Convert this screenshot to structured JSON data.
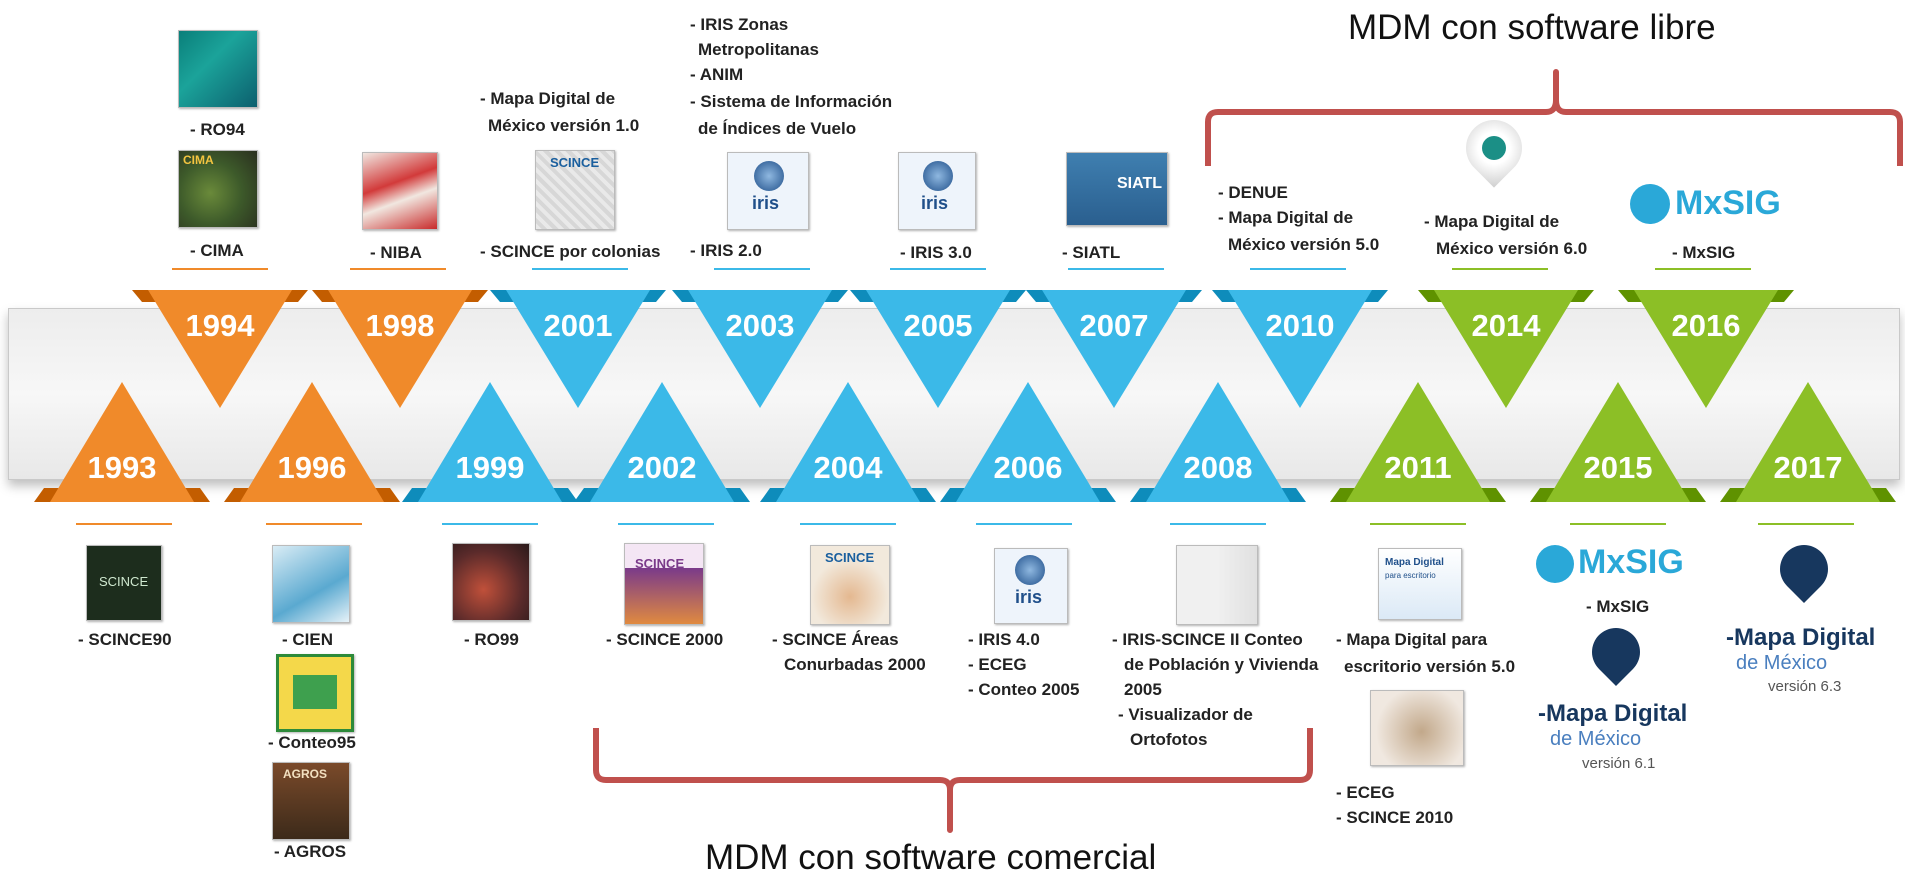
{
  "headings": {
    "libre": "MDM con software libre",
    "comercial": "MDM con software comercial"
  },
  "colors": {
    "orange": "#f08a2a",
    "blue": "#3bb9e8",
    "green": "#8cbf26",
    "bracket": "#c0504d",
    "pin": "#17375e"
  },
  "years_top": [
    {
      "year": "1994",
      "color": "orange"
    },
    {
      "year": "1998",
      "color": "orange"
    },
    {
      "year": "2001",
      "color": "blue"
    },
    {
      "year": "2003",
      "color": "blue"
    },
    {
      "year": "2005",
      "color": "blue"
    },
    {
      "year": "2007",
      "color": "blue"
    },
    {
      "year": "2010",
      "color": "blue"
    },
    {
      "year": "2014",
      "color": "green"
    },
    {
      "year": "2016",
      "color": "green"
    }
  ],
  "years_bottom": [
    {
      "year": "1993",
      "color": "orange"
    },
    {
      "year": "1996",
      "color": "orange"
    },
    {
      "year": "1999",
      "color": "blue"
    },
    {
      "year": "2002",
      "color": "blue"
    },
    {
      "year": "2004",
      "color": "blue"
    },
    {
      "year": "2006",
      "color": "blue"
    },
    {
      "year": "2008",
      "color": "blue"
    },
    {
      "year": "2011",
      "color": "green"
    },
    {
      "year": "2015",
      "color": "green"
    },
    {
      "year": "2017",
      "color": "green"
    }
  ],
  "labels": {
    "ro94": "- RO94",
    "cima": "- CIMA",
    "niba": "- NIBA",
    "mapa10_l1": "- Mapa Digital de",
    "mapa10_l2": "México versión 1.0",
    "scince_col": "- SCINCE por colonias",
    "iris_zonas_l1": "- IRIS Zonas",
    "iris_zonas_l2": "Metropolitanas",
    "anim": "- ANIM",
    "sist_l1": "- Sistema de Información",
    "sist_l2": "de Índices de Vuelo",
    "iris20": "- IRIS 2.0",
    "iris30": "- IRIS 3.0",
    "siatl": "- SIATL",
    "denue": "- DENUE",
    "mapa50_l1": "- Mapa Digital de",
    "mapa50_l2": "México versión 5.0",
    "mapa60_l1": "- Mapa Digital de",
    "mapa60_l2": "México versión 6.0",
    "mxsig16": "- MxSIG",
    "scince90": "- SCINCE90",
    "cien": "- CIEN",
    "conteo95": "- Conteo95",
    "agros": "- AGROS",
    "ro99": "- RO99",
    "scince2000": "- SCINCE 2000",
    "scince_areas_l1": "- SCINCE Áreas",
    "scince_areas_l2": "Conurbadas 2000",
    "iris40": "- IRIS 4.0",
    "eceg06": "- ECEG",
    "conteo2005": "- Conteo 2005",
    "iris_scince_l1": "- IRIS-SCINCE II Conteo",
    "iris_scince_l2": "de Población y Vivienda",
    "iris_scince_l3": "2005",
    "visual_l1": "- Visualizador de",
    "visual_l2": "Ortofotos",
    "mapa_esc_l1": "- Mapa Digital para",
    "mapa_esc_l2": "escritorio versión 5.0",
    "eceg11": "- ECEG",
    "scince2010": "- SCINCE 2010",
    "mxsig15": "- MxSIG"
  },
  "logos": {
    "mxsig_name": "MxSIG",
    "md_name": "Mapa Digital",
    "md_sub": "de México",
    "md_ver61": "versión 6.1",
    "md_ver63": "versión 6.3",
    "md_dash": "-",
    "scince_txt": "SCINCE",
    "iris_txt": "iris",
    "siatl_txt": "SIATL",
    "cima_txt": "CIMA",
    "agros_txt": "AGROS",
    "mapa_box_l1": "Mapa Digital",
    "mapa_box_l2": "para escritorio"
  }
}
